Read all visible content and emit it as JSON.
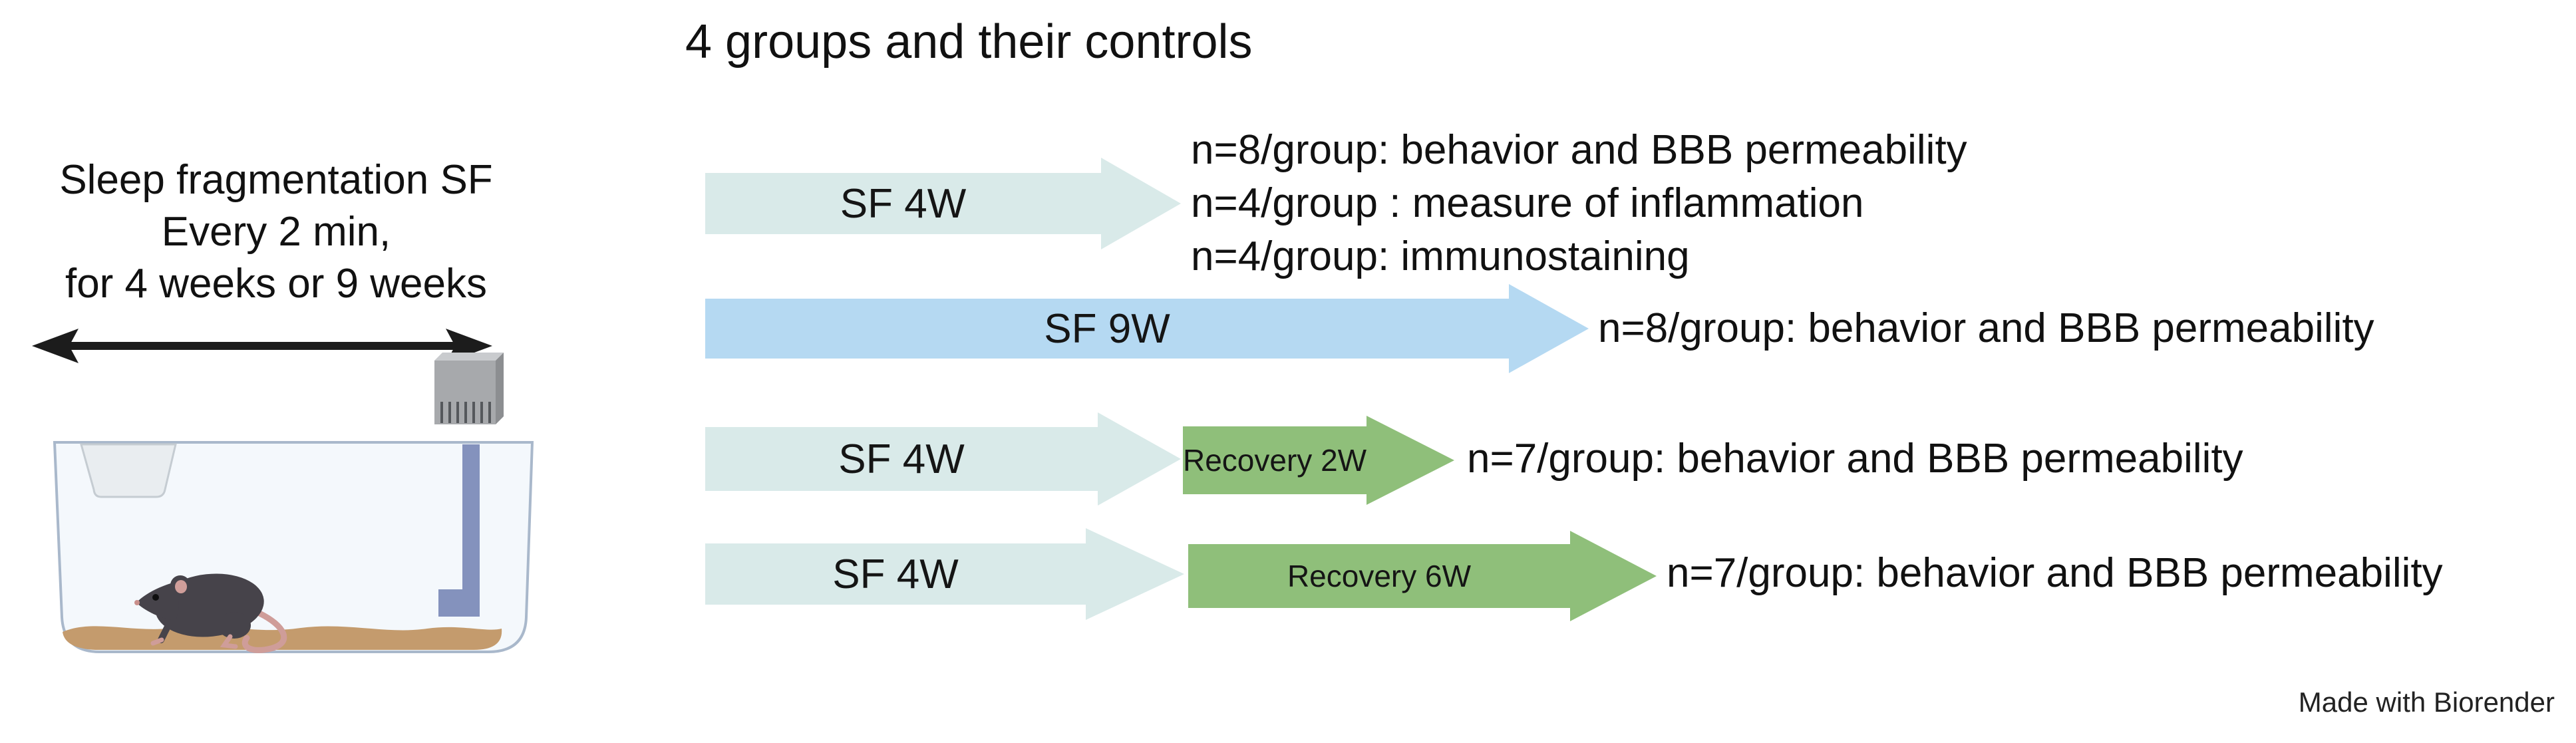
{
  "title": "4 groups and their controls",
  "left_panel": {
    "caption_lines": [
      "Sleep fragmentation SF",
      "Every 2 min,",
      "for 4 weeks or 9 weeks"
    ],
    "illustration_icons": [
      "double-headed-arrow-icon",
      "mouse-cage-icon",
      "water-bottle-icon",
      "feeder-icon",
      "water-spout-icon",
      "bedding",
      "mouse-icon"
    ]
  },
  "groups": [
    {
      "arrows": [
        {
          "label": "SF 4W"
        }
      ],
      "notes": [
        "n=8/group: behavior and BBB permeability",
        "n=4/group : measure of inflammation",
        "n=4/group: immunostaining"
      ]
    },
    {
      "arrows": [
        {
          "label": "SF 9W"
        }
      ],
      "notes": [
        "n=8/group: behavior and BBB permeability"
      ]
    },
    {
      "arrows": [
        {
          "label": "SF 4W"
        },
        {
          "label": "Recovery 2W"
        }
      ],
      "notes": [
        "n=7/group: behavior and BBB permeability"
      ]
    },
    {
      "arrows": [
        {
          "label": "SF 4W"
        },
        {
          "label": "Recovery 6W"
        }
      ],
      "notes": [
        "n=7/group: behavior and BBB permeability"
      ]
    }
  ],
  "colors": {
    "sf_4w_arrow": "#d9eae9",
    "sf_9w_arrow": "#b5d9f2",
    "recovery_arrow": "#8fbf7a",
    "cage_lid_blue": "#2196d3",
    "cage_lid_blue_dark": "#1a7cba",
    "bedding_tan": "#c49b6d",
    "water_tube_slate": "#8492bd",
    "bottle_gray": "#a7a9ac",
    "text": "#1a1a1a"
  },
  "footer": {
    "credit": "Made with Biorender"
  }
}
